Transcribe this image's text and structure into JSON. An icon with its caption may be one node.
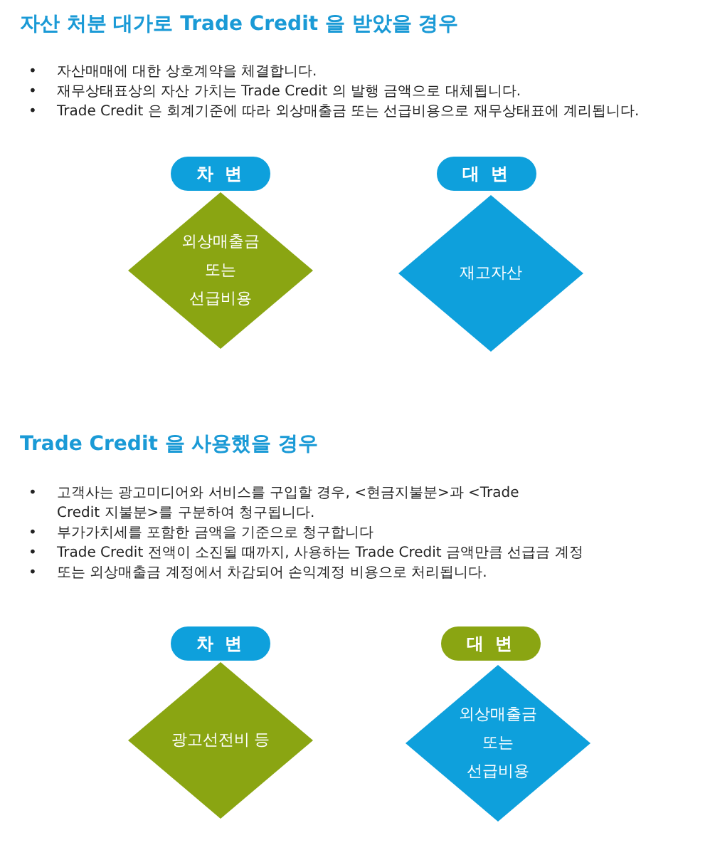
{
  "diagram": {
    "title": "자산 처분 대가로 Trade Credit 을 받았을 경우",
    "nodes": [
      {
        "text": [
          "차 변"
        ]
      },
      {
        "text": [
          "대 변"
        ]
      },
      {
        "text": [
          "외상매출금 또는 선급비용"
        ]
      },
      {
        "text": [
          "재고자산"
        ]
      },
      {
        "text": [
          "차 변"
        ]
      },
      {
        "text": [
          "대 변"
        ]
      },
      {
        "text": [
          "광고선전비 등"
        ]
      },
      {
        "text": [
          "외상매출금 또는 선급비용"
        ]
      }
    ],
    "labels": [
      "•",
      "자산매매에 대한 상호계약을 체결합니다.",
      "•",
      "재무상태표상의 자산 가치는 Trade Credit 의 발행 금액으로 대체됩니다.",
      "•",
      "Trade Credit 은 회계기준에 따라 외상매출금 또는 선급비용으로 재무상태표에 계리됩니다.",
      "Trade Credit 을 사용했을 경우",
      "•",
      "고객사는 광고미디어와 서비스를 구입할 경우, <현금지불분>과 <Trade Credit 지불분>를 구분하여 청구됩니다.",
      "•",
      "부가가치세를 포함한 금액을 기준으로 청구합니다",
      "•",
      "Trade Credit 전액이 소진될 때까지, 사용하는 Trade Credit 금액만큼 선급금 계정",
      "•",
      "또는 외상매출금 계정에서 차감되어 손익계정 비용으로 처리됩니다."
    ]
  }
}
